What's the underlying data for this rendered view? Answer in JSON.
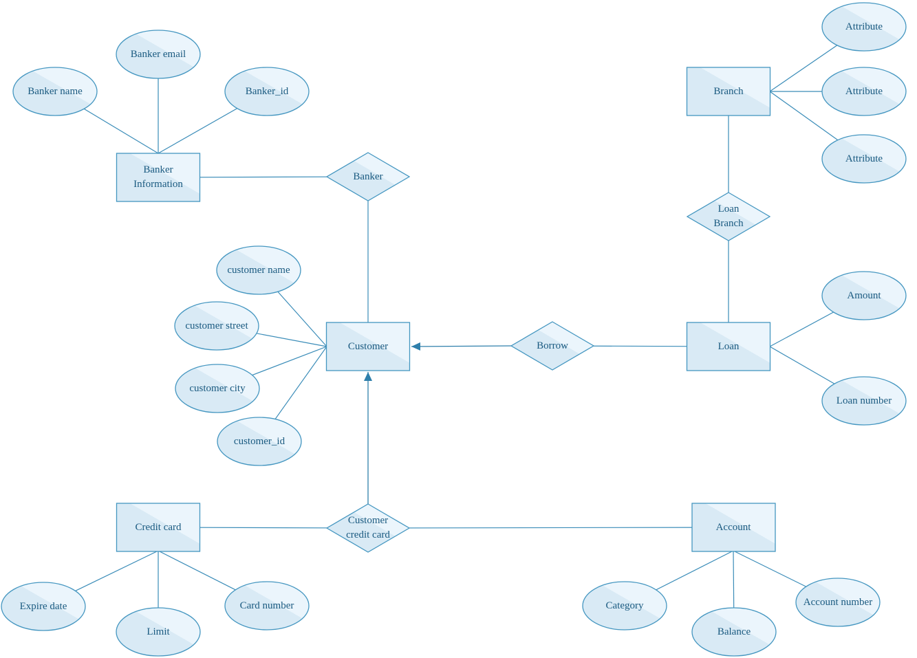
{
  "colors": {
    "shape_fill": "#d9eaf5",
    "shape_fill_highlight": "#ebf5fc",
    "shape_border": "#4496c0",
    "connector": "#3a8cb8",
    "arrow": "#2e7fab",
    "label_text": "#1a5a80",
    "background": "#ffffff"
  },
  "nodes": {
    "banker_information": {
      "type": "entity",
      "label": "Banker\nInformation"
    },
    "branch": {
      "type": "entity",
      "label": "Branch"
    },
    "customer": {
      "type": "entity",
      "label": "Customer"
    },
    "loan": {
      "type": "entity",
      "label": "Loan"
    },
    "credit_card": {
      "type": "entity",
      "label": "Credit card"
    },
    "account": {
      "type": "entity",
      "label": "Account"
    },
    "banker": {
      "type": "relationship",
      "label": "Banker"
    },
    "loan_branch": {
      "type": "relationship",
      "label": "Loan\nBranch"
    },
    "borrow": {
      "type": "relationship",
      "label": "Borrow"
    },
    "customer_credit_card": {
      "type": "relationship",
      "label": "Customer\ncredit card"
    },
    "banker_name": {
      "type": "attribute",
      "label": "Banker name"
    },
    "banker_email": {
      "type": "attribute",
      "label": "Banker email"
    },
    "banker_id": {
      "type": "attribute",
      "label": "Banker_id"
    },
    "branch_attribute_1": {
      "type": "attribute",
      "label": "Attribute"
    },
    "branch_attribute_2": {
      "type": "attribute",
      "label": "Attribute"
    },
    "branch_attribute_3": {
      "type": "attribute",
      "label": "Attribute"
    },
    "customer_name": {
      "type": "attribute",
      "label": "customer name"
    },
    "customer_street": {
      "type": "attribute",
      "label": "customer street"
    },
    "customer_city": {
      "type": "attribute",
      "label": "customer city"
    },
    "customer_id": {
      "type": "attribute",
      "label": "customer_id"
    },
    "amount": {
      "type": "attribute",
      "label": "Amount"
    },
    "loan_number": {
      "type": "attribute",
      "label": "Loan number"
    },
    "expire_date": {
      "type": "attribute",
      "label": "Expire date"
    },
    "limit": {
      "type": "attribute",
      "label": "Limit"
    },
    "card_number": {
      "type": "attribute",
      "label": "Card number"
    },
    "category": {
      "type": "attribute",
      "label": "Category"
    },
    "balance": {
      "type": "attribute",
      "label": "Balance"
    },
    "account_number": {
      "type": "attribute",
      "label": "Account number"
    }
  },
  "edges": [
    {
      "from": "banker_information",
      "to": "banker",
      "arrow": false
    },
    {
      "from": "banker",
      "to": "customer",
      "arrow": false
    },
    {
      "from": "branch",
      "to": "loan_branch",
      "arrow": false
    },
    {
      "from": "loan_branch",
      "to": "loan",
      "arrow": false
    },
    {
      "from": "loan",
      "to": "borrow",
      "arrow": false
    },
    {
      "from": "borrow",
      "to": "customer",
      "arrow": true
    },
    {
      "from": "credit_card",
      "to": "customer_credit_card",
      "arrow": false
    },
    {
      "from": "customer_credit_card",
      "to": "customer",
      "arrow": true
    },
    {
      "from": "customer_credit_card",
      "to": "account",
      "arrow": false
    },
    {
      "from": "banker_name",
      "to": "banker_information",
      "arrow": false
    },
    {
      "from": "banker_email",
      "to": "banker_information",
      "arrow": false
    },
    {
      "from": "banker_id",
      "to": "banker_information",
      "arrow": false
    },
    {
      "from": "branch_attribute_1",
      "to": "branch",
      "arrow": false
    },
    {
      "from": "branch_attribute_2",
      "to": "branch",
      "arrow": false
    },
    {
      "from": "branch_attribute_3",
      "to": "branch",
      "arrow": false
    },
    {
      "from": "customer_name",
      "to": "customer",
      "arrow": false
    },
    {
      "from": "customer_street",
      "to": "customer",
      "arrow": false
    },
    {
      "from": "customer_city",
      "to": "customer",
      "arrow": false
    },
    {
      "from": "customer_id",
      "to": "customer",
      "arrow": false
    },
    {
      "from": "amount",
      "to": "loan",
      "arrow": false
    },
    {
      "from": "loan_number",
      "to": "loan",
      "arrow": false
    },
    {
      "from": "expire_date",
      "to": "credit_card",
      "arrow": false
    },
    {
      "from": "limit",
      "to": "credit_card",
      "arrow": false
    },
    {
      "from": "card_number",
      "to": "credit_card",
      "arrow": false
    },
    {
      "from": "category",
      "to": "account",
      "arrow": false
    },
    {
      "from": "balance",
      "to": "account",
      "arrow": false
    },
    {
      "from": "account_number",
      "to": "account",
      "arrow": false
    }
  ]
}
